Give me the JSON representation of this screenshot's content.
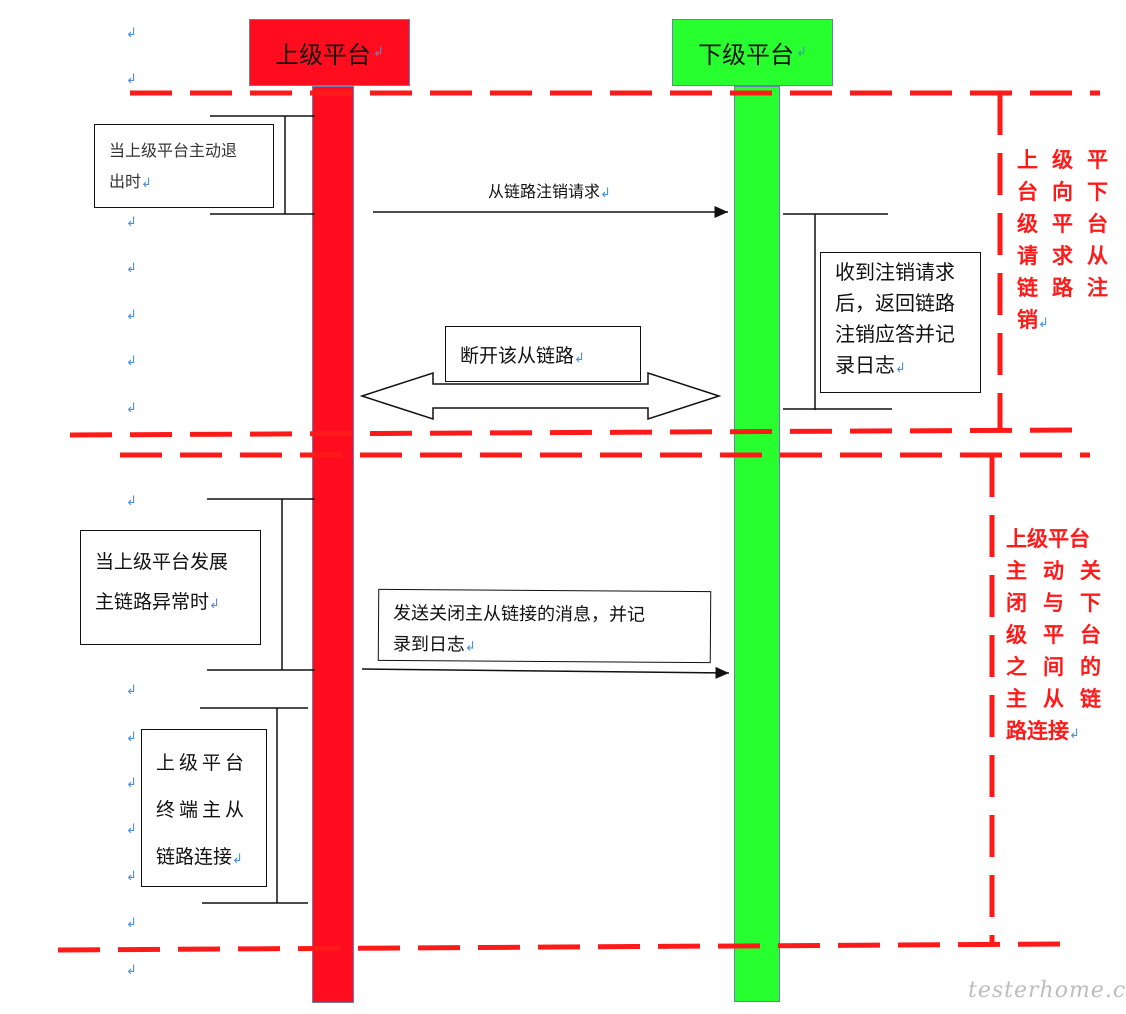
{
  "participants": {
    "upper": {
      "label": "上级平台",
      "color": "#ff0d1f"
    },
    "lower": {
      "label": "下级平台",
      "color": "#28ff2e"
    }
  },
  "section1": {
    "upper_trigger": {
      "line1": "当上级平台主动退",
      "line2": "出时"
    },
    "message": "从链路注销请求",
    "lower_response": {
      "line1": "收到注销请求",
      "line2": "后，返回链路",
      "line3": "注销应答并记",
      "line4": "录日志"
    },
    "disconnect_label": "断开该从链路",
    "side_note": [
      [
        "上",
        "级",
        "平"
      ],
      [
        "台",
        "向",
        "下"
      ],
      [
        "级",
        "平",
        "台"
      ],
      [
        "请",
        "求",
        "从"
      ],
      [
        "链",
        "路",
        "注"
      ],
      [
        "销",
        ""
      ]
    ]
  },
  "section2": {
    "upper_trigger": {
      "line1": "当上级平台发展",
      "line2": "主链路异常时"
    },
    "message": {
      "line1": "发送关闭主从链接的消息，并记",
      "line2": "录到日志"
    },
    "upper_terminate": {
      "line1": "上级平台",
      "line2": "终端主从",
      "line3": "链路连接"
    },
    "side_note": [
      [
        "上级平台"
      ],
      [
        "主",
        "动",
        "关"
      ],
      [
        "闭",
        "与",
        "下"
      ],
      [
        "级",
        "平",
        "台"
      ],
      [
        "之",
        "间",
        "的"
      ],
      [
        "主",
        "从",
        "链"
      ],
      [
        "路连接"
      ]
    ]
  },
  "paragraph_mark": "↲",
  "watermark": "testerhome.com",
  "colors": {
    "dash": "#ff1a1a",
    "mark": "#4a90d9"
  }
}
